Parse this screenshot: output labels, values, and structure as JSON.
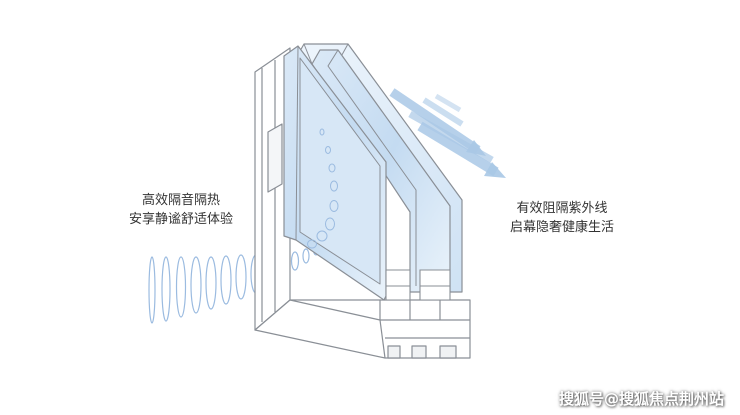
{
  "captions": {
    "left_line1": "高效隔音隔热",
    "left_line2": "安享静谧舒适体验",
    "right_line1": "有效阻隔紫外线",
    "right_line2": "启幕隐奢健康生活"
  },
  "watermark": "搜狐号@搜狐焦点荆州站",
  "colors": {
    "frame_stroke": "#8a8f96",
    "frame_fill": "#ffffff",
    "glass_outer": "#cfe3f4",
    "glass_inner": "#eaf3fb",
    "arrow": "#a9c8e6",
    "sound_wave": "#9bbbe0",
    "text": "#333333"
  },
  "icons": [
    "window-cross-section-illustration",
    "sound-wave-icon",
    "uv-arrow-icon",
    "air-bubble-icon"
  ]
}
